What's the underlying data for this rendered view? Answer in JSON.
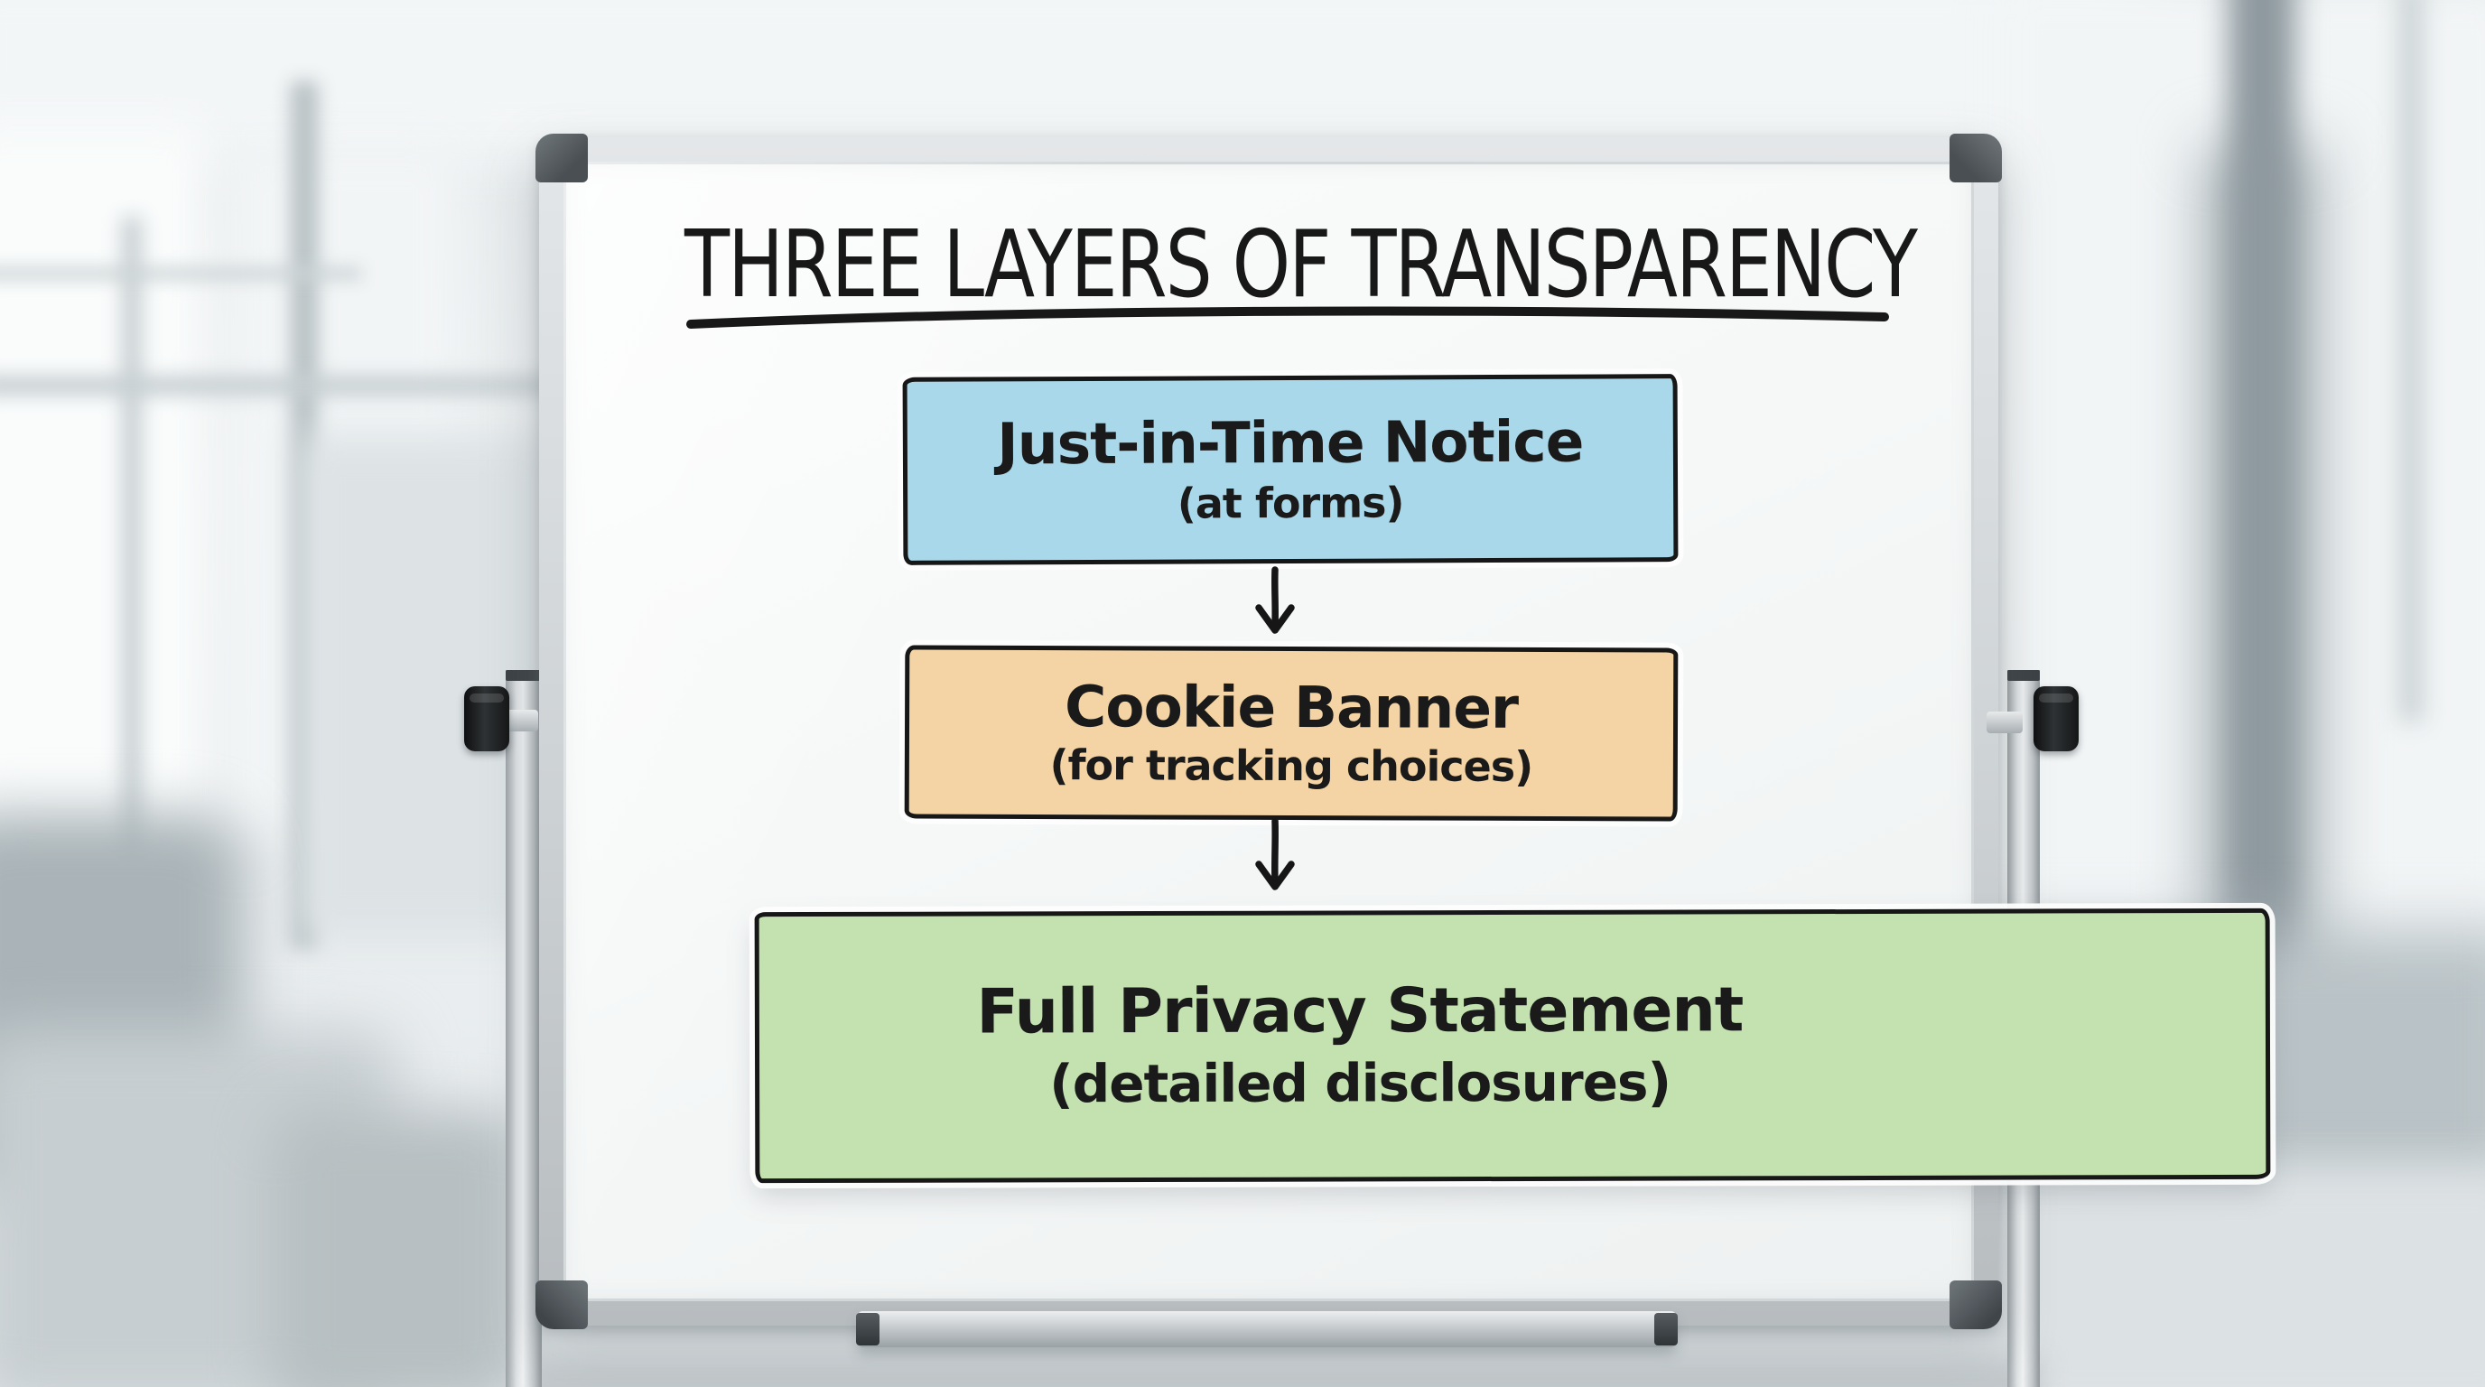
{
  "whiteboard": {
    "title": "THREE LAYERS OF TRANSPARENCY",
    "ink_color": "#1a1a1a",
    "boxes": [
      {
        "label": "Just-in-Time Notice",
        "sublabel": "(at forms)",
        "fill": "#a9d8ea",
        "border": "#171717"
      },
      {
        "label": "Cookie Banner",
        "sublabel": "(for tracking choices)",
        "fill": "#f4d4a4",
        "border": "#171717"
      },
      {
        "label": "Full Privacy Statement",
        "sublabel": "(detailed disclosures)",
        "fill": "#c3e2b0",
        "border": "#171717"
      }
    ],
    "arrows": [
      {
        "icon": "arrow-down-icon",
        "from": 0,
        "to": 1
      },
      {
        "icon": "arrow-down-icon",
        "from": 1,
        "to": 2
      }
    ]
  }
}
